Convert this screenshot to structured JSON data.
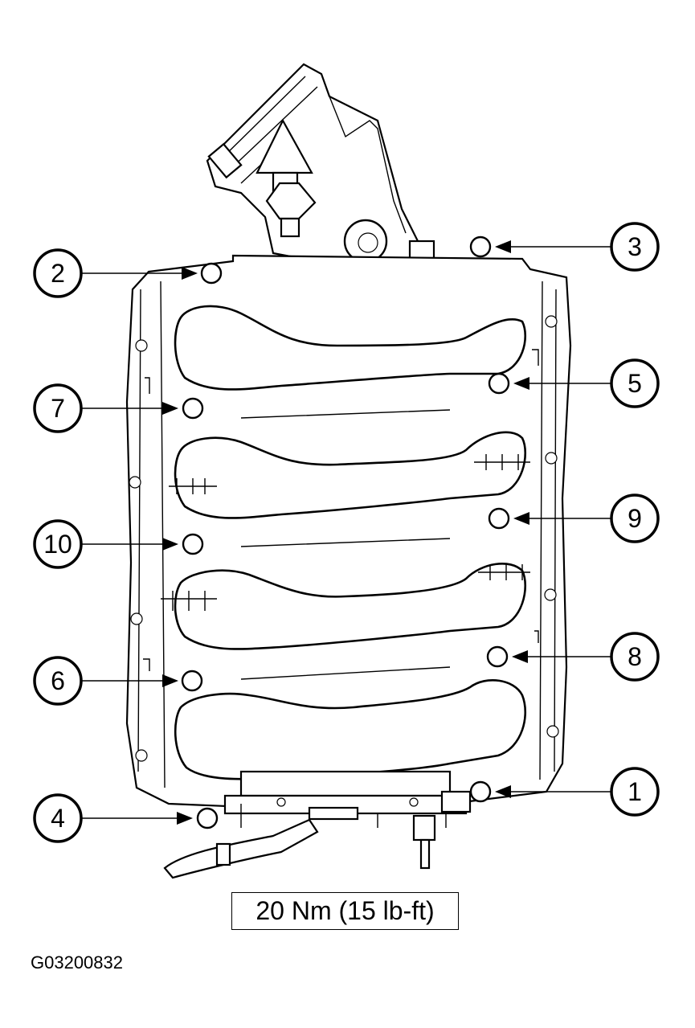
{
  "torque_spec": "20 Nm (15 lb-ft)",
  "figure_id": "G03200832",
  "callouts": [
    {
      "number": "1"
    },
    {
      "number": "2"
    },
    {
      "number": "3"
    },
    {
      "number": "4"
    },
    {
      "number": "5"
    },
    {
      "number": "6"
    },
    {
      "number": "7"
    },
    {
      "number": "8"
    },
    {
      "number": "9"
    },
    {
      "number": "10"
    }
  ]
}
